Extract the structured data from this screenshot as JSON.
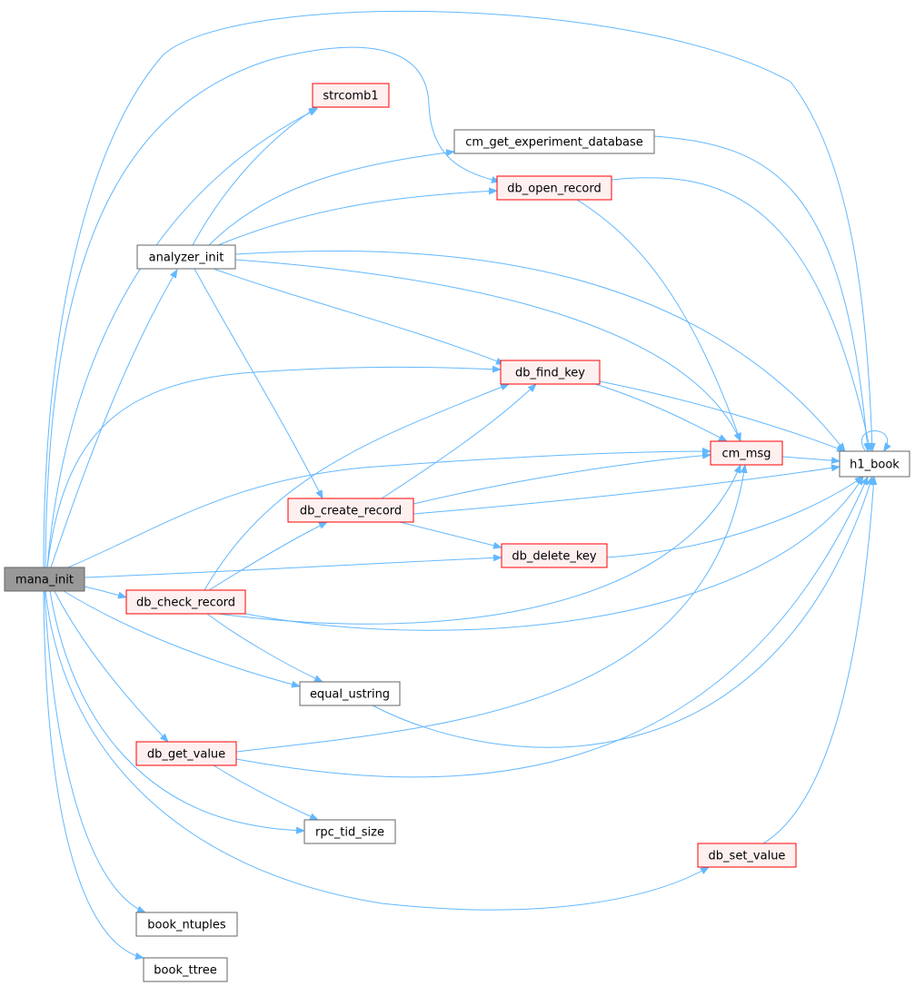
{
  "colors": {
    "edge": "#63b8ff",
    "root_fill": "#999999",
    "root_stroke": "#666666",
    "plain_fill": "#ffffff",
    "plain_stroke": "#666666",
    "flagged_fill": "#fff0f0",
    "flagged_stroke": "#ff0000"
  },
  "nodes": [
    {
      "id": "mana_init",
      "label": "mana_init",
      "style": "root"
    },
    {
      "id": "analyzer_init",
      "label": "analyzer_init",
      "style": "plain"
    },
    {
      "id": "strcomb1",
      "label": "strcomb1",
      "style": "flagged"
    },
    {
      "id": "cm_get_experiment_database",
      "label": "cm_get_experiment_database",
      "style": "plain"
    },
    {
      "id": "db_open_record",
      "label": "db_open_record",
      "style": "flagged"
    },
    {
      "id": "db_find_key",
      "label": "db_find_key",
      "style": "flagged"
    },
    {
      "id": "cm_msg",
      "label": "cm_msg",
      "style": "flagged"
    },
    {
      "id": "h1_book",
      "label": "h1_book",
      "style": "plain"
    },
    {
      "id": "db_create_record",
      "label": "db_create_record",
      "style": "flagged"
    },
    {
      "id": "db_delete_key",
      "label": "db_delete_key",
      "style": "flagged"
    },
    {
      "id": "db_check_record",
      "label": "db_check_record",
      "style": "flagged"
    },
    {
      "id": "equal_ustring",
      "label": "equal_ustring",
      "style": "plain"
    },
    {
      "id": "db_get_value",
      "label": "db_get_value",
      "style": "flagged"
    },
    {
      "id": "rpc_tid_size",
      "label": "rpc_tid_size",
      "style": "plain"
    },
    {
      "id": "db_set_value",
      "label": "db_set_value",
      "style": "flagged"
    },
    {
      "id": "book_ntuples",
      "label": "book_ntuples",
      "style": "plain"
    },
    {
      "id": "book_ttree",
      "label": "book_ttree",
      "style": "plain"
    }
  ],
  "edges": [
    {
      "from": "mana_init",
      "to": "analyzer_init"
    },
    {
      "from": "mana_init",
      "to": "strcomb1"
    },
    {
      "from": "mana_init",
      "to": "db_open_record"
    },
    {
      "from": "mana_init",
      "to": "h1_book"
    },
    {
      "from": "mana_init",
      "to": "db_find_key"
    },
    {
      "from": "mana_init",
      "to": "cm_msg"
    },
    {
      "from": "mana_init",
      "to": "db_delete_key"
    },
    {
      "from": "mana_init",
      "to": "db_check_record"
    },
    {
      "from": "mana_init",
      "to": "equal_ustring"
    },
    {
      "from": "mana_init",
      "to": "db_get_value"
    },
    {
      "from": "mana_init",
      "to": "rpc_tid_size"
    },
    {
      "from": "mana_init",
      "to": "db_set_value"
    },
    {
      "from": "mana_init",
      "to": "book_ntuples"
    },
    {
      "from": "mana_init",
      "to": "book_ttree"
    },
    {
      "from": "analyzer_init",
      "to": "strcomb1"
    },
    {
      "from": "analyzer_init",
      "to": "cm_get_experiment_database"
    },
    {
      "from": "analyzer_init",
      "to": "db_open_record"
    },
    {
      "from": "analyzer_init",
      "to": "h1_book"
    },
    {
      "from": "analyzer_init",
      "to": "cm_msg"
    },
    {
      "from": "analyzer_init",
      "to": "db_find_key"
    },
    {
      "from": "analyzer_init",
      "to": "db_create_record"
    },
    {
      "from": "cm_get_experiment_database",
      "to": "h1_book"
    },
    {
      "from": "db_open_record",
      "to": "h1_book"
    },
    {
      "from": "db_open_record",
      "to": "cm_msg"
    },
    {
      "from": "db_find_key",
      "to": "cm_msg"
    },
    {
      "from": "db_find_key",
      "to": "h1_book"
    },
    {
      "from": "cm_msg",
      "to": "h1_book"
    },
    {
      "from": "h1_book",
      "to": "h1_book"
    },
    {
      "from": "db_create_record",
      "to": "db_find_key"
    },
    {
      "from": "db_create_record",
      "to": "cm_msg"
    },
    {
      "from": "db_create_record",
      "to": "h1_book"
    },
    {
      "from": "db_create_record",
      "to": "db_delete_key"
    },
    {
      "from": "db_delete_key",
      "to": "h1_book"
    },
    {
      "from": "db_check_record",
      "to": "db_find_key"
    },
    {
      "from": "db_check_record",
      "to": "db_create_record"
    },
    {
      "from": "db_check_record",
      "to": "cm_msg"
    },
    {
      "from": "db_check_record",
      "to": "h1_book"
    },
    {
      "from": "db_check_record",
      "to": "equal_ustring"
    },
    {
      "from": "equal_ustring",
      "to": "h1_book"
    },
    {
      "from": "db_get_value",
      "to": "cm_msg"
    },
    {
      "from": "db_get_value",
      "to": "h1_book"
    },
    {
      "from": "db_get_value",
      "to": "rpc_tid_size"
    },
    {
      "from": "db_set_value",
      "to": "h1_book"
    }
  ]
}
